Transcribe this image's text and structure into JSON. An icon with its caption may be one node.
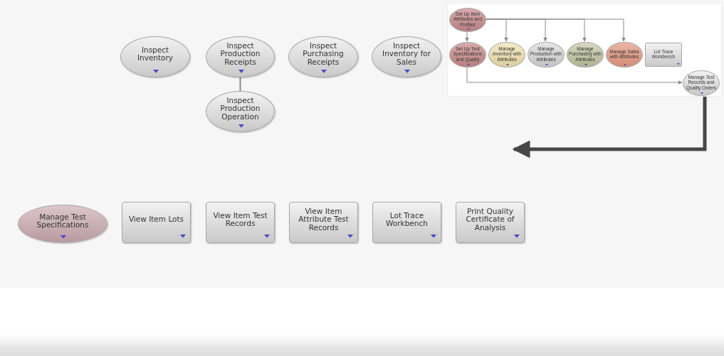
{
  "diagram": {
    "nodes": [
      {
        "text": [
          "Inspect Inventory"
        ]
      },
      {
        "text": [
          "Inspect Production Receipts"
        ]
      },
      {
        "text": [
          "Inspect Purchasing Receipts"
        ]
      },
      {
        "text": [
          "Inspect Inventory for Sales"
        ]
      },
      {
        "text": [
          "Inspect Production Operation"
        ]
      },
      {
        "text": [
          "Manage Test Specifications"
        ]
      },
      {
        "text": [
          "View Item Lots"
        ]
      },
      {
        "text": [
          "View Item Test Records"
        ]
      },
      {
        "text": [
          "View Item Attribute Test Records"
        ]
      },
      {
        "text": [
          "Lot Trace Workbench"
        ]
      },
      {
        "text": [
          "Print Quality Certificate of Analysis"
        ]
      },
      {
        "text": [],
        "shape": "box"
      },
      {
        "text": [
          "Set Up Item Attributes and Profiles"
        ],
        "in": 11
      },
      {
        "text": [
          "Set Up Test Specifications and Quality"
        ],
        "in": 11
      },
      {
        "text": [
          "Manage Inventory with Attributes"
        ],
        "in": 11
      },
      {
        "text": [
          "Manage Production with Attributes"
        ],
        "in": 11
      },
      {
        "text": [
          "Manage Purchasing with Attributes"
        ],
        "in": 11
      },
      {
        "text": [
          "Manage Sales with Attributes"
        ],
        "in": 11
      },
      {
        "text": [
          "Lot Trace Workbench"
        ],
        "in": 11
      },
      {
        "text": [
          "Manage Test Records and Quality Orders"
        ],
        "in": 11
      }
    ],
    "edges": [
      {
        "from": 1,
        "to": 4,
        "arrow": "none"
      },
      {
        "from": 12,
        "to": 13,
        "arrow": "to"
      },
      {
        "from": 12,
        "to": 14,
        "arrow": "to"
      },
      {
        "from": 12,
        "to": 15,
        "arrow": "to"
      },
      {
        "from": 12,
        "to": 16,
        "arrow": "to"
      },
      {
        "from": 12,
        "to": 17,
        "arrow": "to"
      },
      {
        "from": 13,
        "to": 19,
        "arrow": "to"
      },
      {
        "from": 11,
        "to": null,
        "arrow": "to",
        "style": "thick",
        "color": "#474747"
      }
    ]
  }
}
